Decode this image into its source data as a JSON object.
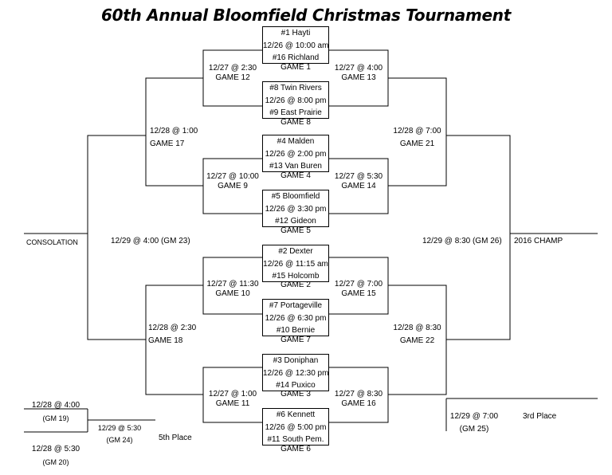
{
  "title": "60th Annual Bloomfield Christmas Tournament",
  "first_round": [
    {
      "top": "#1 Hayti",
      "time": "12/26 @ 10:00 am",
      "bottom": "#16 Richland",
      "game": "GAME 1"
    },
    {
      "top": "#8 Twin Rivers",
      "time": "12/26 @ 8:00 pm",
      "bottom": "#9 East Prairie",
      "game": "GAME  8"
    },
    {
      "top": "#4 Malden",
      "time": "12/26 @ 2:00 pm",
      "bottom": "#13 Van Buren",
      "game": "GAME 4"
    },
    {
      "top": "#5 Bloomfield",
      "time": "12/26 @ 3:30 pm",
      "bottom": "#12 Gideon",
      "game": "GAME 5"
    },
    {
      "top": "#2 Dexter",
      "time": "12/26 @ 11:15 am",
      "bottom": "#15 Holcomb",
      "game": "GAME 2"
    },
    {
      "top": "#7 Portageville",
      "time": "12/26 @ 6:30 pm",
      "bottom": "#10 Bernie",
      "game": "GAME 7"
    },
    {
      "top": "#3 Doniphan",
      "time": "12/26 @ 12:30 pm",
      "bottom": "#14 Puxico",
      "game": "GAME 3"
    },
    {
      "top": "#6 Kennett",
      "time": "12/26 @ 5:00 pm",
      "bottom": "#11 South Pem.",
      "game": "GAME 6"
    }
  ],
  "left_r2": [
    {
      "time": "12/27 @ 2:30",
      "game": "GAME 12"
    },
    {
      "time": "12/27 @ 10:00",
      "game": "GAME 9"
    },
    {
      "time": "12/27 @ 11:30",
      "game": "GAME 10"
    },
    {
      "time": "12/27 @  1:00",
      "game": "GAME 11"
    }
  ],
  "right_r2": [
    {
      "time": "12/27 @ 4:00",
      "game": "GAME 13"
    },
    {
      "time": "12/27 @ 5:30",
      "game": "GAME 14"
    },
    {
      "time": "12/27 @ 7:00",
      "game": "GAME 15"
    },
    {
      "time": "12/27 @ 8:30",
      "game": "GAME 16"
    }
  ],
  "left_r3": [
    {
      "time": "12/28 @ 1:00",
      "game": "GAME 17"
    },
    {
      "time": "12/28 @ 2:30",
      "game": "GAME 18"
    }
  ],
  "right_r3": [
    {
      "time": "12/28 @ 7:00",
      "game": "GAME 21"
    },
    {
      "time": "12/28 @ 8:30",
      "game": "GAME 22"
    }
  ],
  "consolation_final": "12/29 @ 4:00 (GM 23)",
  "consolation_label": "CONSOLATION",
  "championship_final": "12/29 @ 8:30 (GM 26)",
  "champion_label": "2016 CHAMP",
  "fifth_place": {
    "game_a": {
      "time": "12/28 @ 4:00",
      "game": "(GM 19)"
    },
    "game_b": {
      "time": "12/28 @ 5:30",
      "game": "(GM 20)"
    },
    "final": {
      "time": "12/29 @ 5:30",
      "game": "(GM 24)"
    },
    "label": "5th Place"
  },
  "third_place": {
    "final": {
      "time": "12/29 @ 7:00",
      "game": "(GM 25)"
    },
    "label": "3rd Place"
  }
}
